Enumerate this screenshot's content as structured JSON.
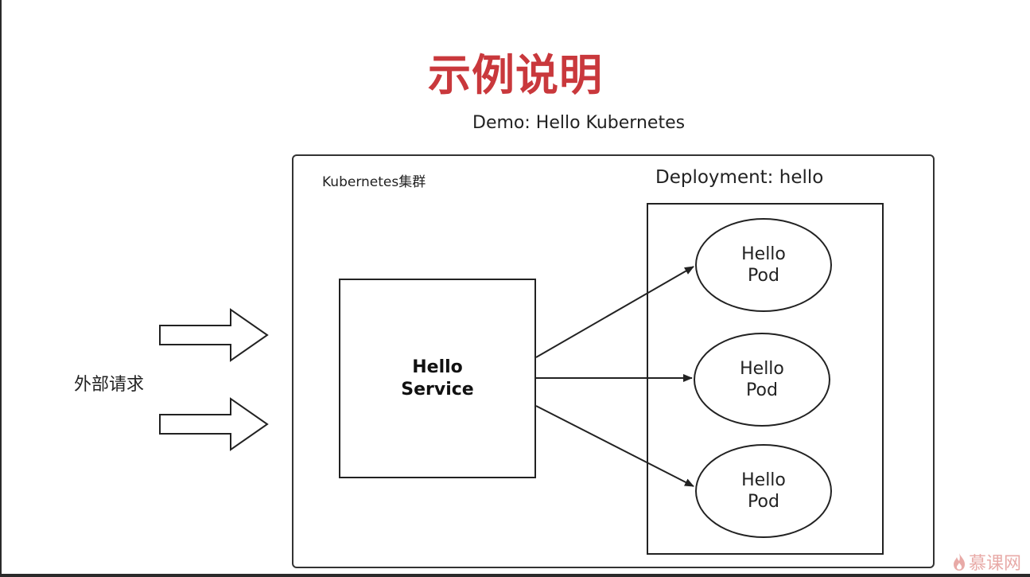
{
  "slide": {
    "title": "示例说明",
    "subtitle": "Demo: Hello Kubernetes"
  },
  "cluster": {
    "label": "Kubernetes集群"
  },
  "deployment": {
    "label": "Deployment: hello"
  },
  "service": {
    "line1": "Hello",
    "line2": "Service"
  },
  "pods": [
    {
      "line1": "Hello",
      "line2": "Pod"
    },
    {
      "line1": "Hello",
      "line2": "Pod"
    },
    {
      "line1": "Hello",
      "line2": "Pod"
    }
  ],
  "external": {
    "label": "外部请求"
  },
  "watermark": {
    "text": "慕课网"
  },
  "colors": {
    "title": "#c9383c",
    "stroke": "#222222",
    "watermark": "#e8aaa7"
  }
}
